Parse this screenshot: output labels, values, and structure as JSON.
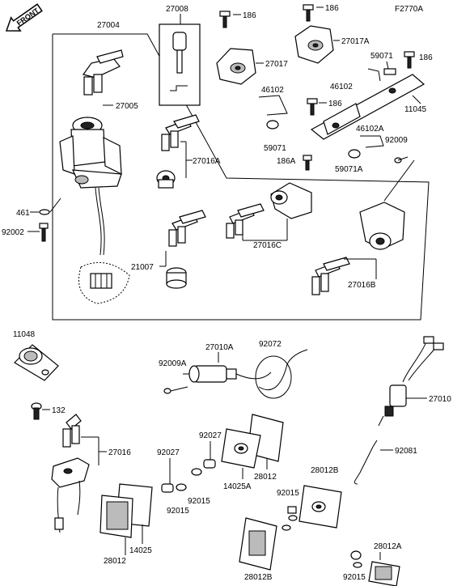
{
  "header": {
    "reference_code": "F2770A",
    "front_label": "FRONT"
  },
  "part_labels": {
    "p27004": "27004",
    "p27008": "27008",
    "p186_a": "186",
    "p186_b": "186",
    "p186_c": "186",
    "p186_d": "186",
    "p186A": "186A",
    "p27017": "27017",
    "p27017A": "27017A",
    "p59071": "59071",
    "p59071_b": "59071",
    "p59071A": "59071A",
    "p46102_a": "46102",
    "p46102_b": "46102",
    "p46102A": "46102A",
    "p11045": "11045",
    "p27005": "27005",
    "p27016A": "27016A",
    "p92009": "92009",
    "p461": "461",
    "p92002": "92002",
    "p27016C": "27016C",
    "p21007": "21007",
    "p27016B": "27016B",
    "p11048": "11048",
    "p27010A": "27010A",
    "p92072": "92072",
    "p92009A": "92009A",
    "p27010": "27010",
    "p132": "132",
    "p27016": "27016",
    "p92027_a": "92027",
    "p92027_b": "92027",
    "p28012_a": "28012",
    "p28012_b": "28012",
    "p28012B_a": "28012B",
    "p28012B_b": "28012B",
    "p92081": "92081",
    "p14025A": "14025A",
    "p92015_a": "92015",
    "p92015_b": "92015",
    "p92015_c": "92015",
    "p92015_d": "92015",
    "p14025": "14025",
    "p28012A": "28012A"
  }
}
